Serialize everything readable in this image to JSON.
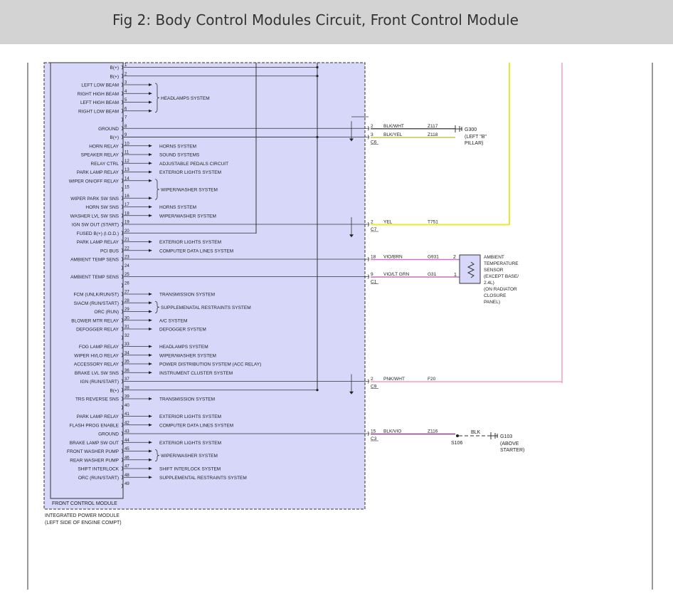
{
  "header": {
    "title": "Fig 2: Body Control Modules Circuit, Front Control Module"
  },
  "module": {
    "front_label": "FRONT CONTROL MODULE",
    "ipm_line1": "INTEGRATED POWER MODULE",
    "ipm_line2": "(LEFT SIDE OF ENGINE COMPT)"
  },
  "pins": [
    {
      "n": "1",
      "label": "B(+)"
    },
    {
      "n": "2",
      "label": "B(+)"
    },
    {
      "n": "3",
      "label": "LEFT LOW BEAM"
    },
    {
      "n": "4",
      "label": "RIGHT HIGH BEAM"
    },
    {
      "n": "5",
      "label": "LEFT HIGH BEAM"
    },
    {
      "n": "6",
      "label": "RIGHT LOW BEAM"
    },
    {
      "n": "7",
      "label": ""
    },
    {
      "n": "8",
      "label": "GROUND"
    },
    {
      "n": "9",
      "label": "B(+)"
    },
    {
      "n": "10",
      "label": "HORN RELAY"
    },
    {
      "n": "11",
      "label": "SPEAKER RELAY"
    },
    {
      "n": "12",
      "label": "RELAY CTRL"
    },
    {
      "n": "13",
      "label": "PARK LAMP RELAY"
    },
    {
      "n": "14",
      "label": "WIPER ON/OFF RELAY"
    },
    {
      "n": "15",
      "label": ""
    },
    {
      "n": "16",
      "label": "WIPER PARK SW SNS"
    },
    {
      "n": "17",
      "label": "HORN SW SNS"
    },
    {
      "n": "18",
      "label": "WASHER LVL SW SNS"
    },
    {
      "n": "19",
      "label": "IGN SW OUT (START)"
    },
    {
      "n": "20",
      "label": "FUSED B(+) (I.O.D.)"
    },
    {
      "n": "21",
      "label": "PARK LAMP RELAY"
    },
    {
      "n": "22",
      "label": "PCI BUS"
    },
    {
      "n": "23",
      "label": "AMBIENT TEMP SENS"
    },
    {
      "n": "24",
      "label": ""
    },
    {
      "n": "25",
      "label": "AMBIENT TEMP SENS"
    },
    {
      "n": "26",
      "label": ""
    },
    {
      "n": "27",
      "label": "FCM (UNLK/RUN/ST)"
    },
    {
      "n": "28",
      "label": "SIACM (RUN/START)"
    },
    {
      "n": "29",
      "label": "ORC (RUN)"
    },
    {
      "n": "30",
      "label": "BLOWER MTR RELAY"
    },
    {
      "n": "31",
      "label": "DEFOGGER RELAY"
    },
    {
      "n": "32",
      "label": ""
    },
    {
      "n": "33",
      "label": "FOG LAMP RELAY"
    },
    {
      "n": "34",
      "label": "WIPER HI/LO RELAY"
    },
    {
      "n": "35",
      "label": "ACCESSORY RELAY"
    },
    {
      "n": "36",
      "label": "BRAKE LVL SW SNS"
    },
    {
      "n": "37",
      "label": "IGN (RUN/START)"
    },
    {
      "n": "38",
      "label": "B(+)"
    },
    {
      "n": "39",
      "label": "TRS REVERSE SNS"
    },
    {
      "n": "40",
      "label": ""
    },
    {
      "n": "41",
      "label": "PARK LAMP RELAY"
    },
    {
      "n": "42",
      "label": "FLASH PROG ENABLE"
    },
    {
      "n": "43",
      "label": "GROUND"
    },
    {
      "n": "44",
      "label": "BRAKE LAMP SW OUT"
    },
    {
      "n": "45",
      "label": "FRONT WASHER PUMP"
    },
    {
      "n": "46",
      "label": "REAR WASHER PUMP"
    },
    {
      "n": "47",
      "label": "SHIFT INTERLOCK"
    },
    {
      "n": "48",
      "label": "ORC (RUN/START)"
    },
    {
      "n": "49",
      "label": ""
    }
  ],
  "systems": [
    {
      "pin": 3,
      "pin_end": 6,
      "label": "HEADLAMPS SYSTEM"
    },
    {
      "pin": 10,
      "label": "HORNS SYSTEM"
    },
    {
      "pin": 11,
      "label": "SOUND SYSTEMS"
    },
    {
      "pin": 12,
      "label": "ADJUSTABLE PEDALS CIRCUIT"
    },
    {
      "pin": 13,
      "label": "EXTERIOR LIGHTS SYSTEM"
    },
    {
      "pin": 14,
      "pin_end": 16,
      "label": "WIPER/WASHER SYSTEM"
    },
    {
      "pin": 17,
      "label": "HORNS SYSTEM"
    },
    {
      "pin": 18,
      "label": "WIPER/WASHER SYSTEM"
    },
    {
      "pin": 21,
      "label": "EXTERIOR LIGHTS SYSTEM"
    },
    {
      "pin": 22,
      "label": "COMPUTER DATA LINES SYSTEM"
    },
    {
      "pin": 27,
      "label": "TRANSMISSION SYSTEM"
    },
    {
      "pin": 28,
      "pin_end": 29,
      "label": "SUPPLEMENATAL RESTRAINTS SYSTEM"
    },
    {
      "pin": 30,
      "label": "A/C SYSTEM"
    },
    {
      "pin": 31,
      "label": "DEFOGGER SYSTEM"
    },
    {
      "pin": 33,
      "label": "HEADLAMPS SYSTEM"
    },
    {
      "pin": 34,
      "label": "WIPER/WASHER SYSTEM"
    },
    {
      "pin": 35,
      "label": "POWER DISTRIBUTION SYSTEM (ACC RELAY)"
    },
    {
      "pin": 36,
      "label": "INSTRUMENT CLUSTER SYSTEM"
    },
    {
      "pin": 39,
      "label": "TRANSMISSION SYSTEM"
    },
    {
      "pin": 41,
      "label": "EXTERIOR LIGHTS SYSTEM"
    },
    {
      "pin": 42,
      "label": "COMPUTER DATA LINES SYSTEM"
    },
    {
      "pin": 44,
      "label": "EXTERIOR LIGHTS SYSTEM"
    },
    {
      "pin": 45,
      "pin_end": 46,
      "label": "WIPER/WASHER SYSTEM"
    },
    {
      "pin": 47,
      "label": "SHIFT INTERLOCK SYSTEM"
    },
    {
      "pin": 48,
      "label": "SUPPLEMENTAL RESTRAINTS SYSTEM"
    }
  ],
  "connectors": [
    {
      "pin": 8,
      "cpin": "2",
      "color": "BLK/WHT",
      "circuit": "Z117",
      "wire": "#555555",
      "conn": ""
    },
    {
      "pin": 9,
      "cpin": "3",
      "color": "BLK/YEL",
      "circuit": "Z118",
      "wire": "#c9c94a",
      "conn": "C6"
    },
    {
      "pin": 19,
      "cpin": "2",
      "color": "YEL",
      "circuit": "T751",
      "wire": "#e8e830",
      "conn": "C7"
    },
    {
      "pin": 23,
      "cpin": "18",
      "color": "VIO/BRN",
      "circuit": "G931",
      "wire": "#d070c8",
      "conn": ""
    },
    {
      "pin": 25,
      "cpin": "9",
      "color": "VIO/LT GRN",
      "circuit": "G31",
      "wire": "#c070c0",
      "conn": "C1"
    },
    {
      "pin": 37,
      "cpin": "2",
      "color": "PNK/WHT",
      "circuit": "F20",
      "wire": "#f0a0b8",
      "conn": "C9"
    },
    {
      "pin": 43,
      "cpin": "15",
      "color": "BLK/VIO",
      "circuit": "Z116",
      "wire": "#8a3a8a",
      "conn": "C3"
    }
  ],
  "ground_g300": {
    "line1": "G300",
    "line2": "(LEFT \"B\"",
    "line3": "PILLAR)"
  },
  "sensor": {
    "pin_a": "2",
    "pin_b": "1",
    "lines": [
      "AMBIENT",
      "TEMPERATURE",
      "SENSOR",
      "(EXCEPT BASE/",
      "2.4L)",
      "(ON RADIATOR",
      "CLOSURE",
      "PANEL)"
    ]
  },
  "splice": {
    "label": "S106",
    "wire_color": "BLK"
  },
  "ground_g103": {
    "line1": "G103",
    "line2": "(ABOVE",
    "line3": "STARTER)"
  }
}
